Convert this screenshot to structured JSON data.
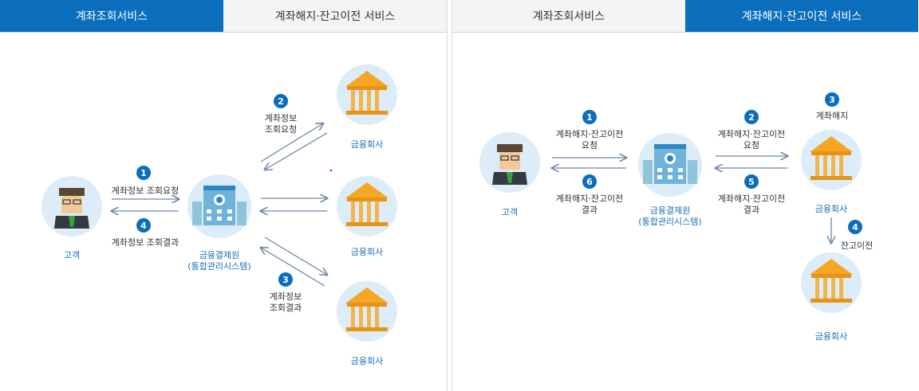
{
  "left_panel": {
    "tabs": [
      {
        "label": "계좌조회서비스",
        "active": true
      },
      {
        "label": "계좌해지·잔고이전 서비스",
        "active": false
      }
    ],
    "customer": "고객",
    "center_line1": "금융결제원",
    "center_line2": "(통합관리시스템)",
    "banks": [
      "금융회사",
      "금융회사",
      "금융회사"
    ],
    "steps": [
      {
        "num": "1",
        "lines": [
          "계좌정보 조회요청"
        ]
      },
      {
        "num": "2",
        "lines": [
          "계좌정보",
          "조회요청"
        ]
      },
      {
        "num": "3",
        "lines": [
          "계좌정보",
          "조회결과"
        ]
      },
      {
        "num": "4",
        "lines": [
          "계좌정보 조회결과"
        ]
      }
    ]
  },
  "right_panel": {
    "tabs": [
      {
        "label": "계좌조회서비스",
        "active": false
      },
      {
        "label": "계좌해지·잔고이전 서비스",
        "active": true
      }
    ],
    "customer": "고객",
    "center_line1": "금융결제원",
    "center_line2": "(통합관리시스템)",
    "banks": [
      "금융회사",
      "금융회사"
    ],
    "steps": [
      {
        "num": "1",
        "lines": [
          "계좌해지·잔고이전",
          "요청"
        ]
      },
      {
        "num": "2",
        "lines": [
          "계좌해지·잔고이전",
          "요청"
        ]
      },
      {
        "num": "3",
        "lines": [
          "계좌해지"
        ]
      },
      {
        "num": "4",
        "lines": [
          "잔고이전"
        ]
      },
      {
        "num": "5",
        "lines": [
          "계좌해지·잔고이전",
          "결과"
        ]
      },
      {
        "num": "6",
        "lines": [
          "계좌해지·잔고이전",
          "결과"
        ]
      }
    ]
  },
  "colors": {
    "tab_active": "#0a6ebd",
    "step_badge": "#0a6ebd",
    "label_blue": "#1a6fb5",
    "circle_bg": "#dcecf8",
    "arrow": "#6f86a8"
  },
  "icons": {
    "customer": "person-icon",
    "center": "building-icon",
    "bank": "bank-icon"
  }
}
